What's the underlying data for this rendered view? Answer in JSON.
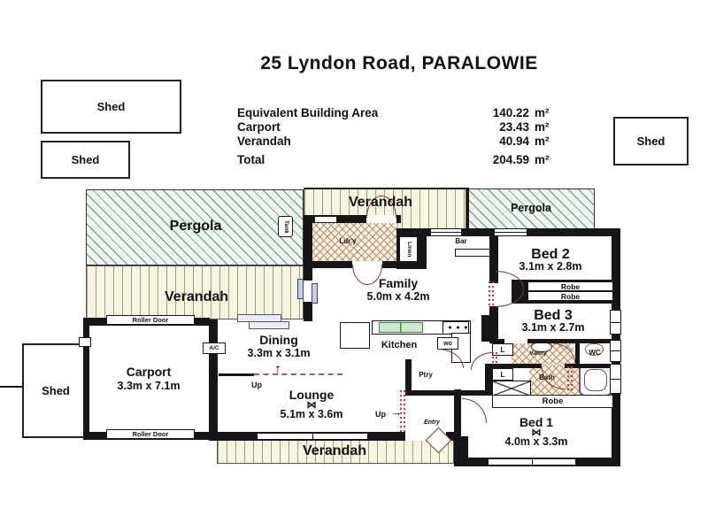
{
  "title": "25 Lyndon Road, PARALOWIE",
  "area_table": {
    "rows": [
      {
        "label": "Equivalent Building Area",
        "value": "140.22",
        "unit": "m²"
      },
      {
        "label": "Carport",
        "value": "23.43",
        "unit": "m²"
      },
      {
        "label": "Verandah",
        "value": "40.94",
        "unit": "m²"
      }
    ],
    "total_label": "Total",
    "total_value": "204.59",
    "total_unit": "m²"
  },
  "sheds": {
    "top_left": "Shed",
    "mid_left": "Shed",
    "right": "Shed",
    "bottom_left": "Shed"
  },
  "outdoor": {
    "pergola_left": "Pergola",
    "pergola_right": "Pergola",
    "verandah_top": "Verandah",
    "verandah_left": "Verandah",
    "verandah_bottom": "Verandah",
    "tank": "Tank"
  },
  "rooms": {
    "family": {
      "name": "Family",
      "dims": "5.0m x 4.2m"
    },
    "dining": {
      "name": "Dining",
      "dims": "3.3m x 3.1m"
    },
    "lounge": {
      "name": "Lounge",
      "dims": "5.1m x 3.6m"
    },
    "kitchen": {
      "name": "Kitchen"
    },
    "carport": {
      "name": "Carport",
      "dims": "3.3m x 7.1m"
    },
    "bed1": {
      "name": "Bed 1",
      "dims": "4.0m x 3.3m"
    },
    "bed2": {
      "name": "Bed 2",
      "dims": "3.1m x 2.8m"
    },
    "bed3": {
      "name": "Bed 3",
      "dims": "3.1m x 2.7m"
    }
  },
  "labels": {
    "laundry": "Ldr'y",
    "linen": "Linen",
    "bar": "Bar",
    "pantry": "Ptry",
    "entry": "Entry",
    "wc": "WC",
    "bath": "Bath",
    "vanity": "Vanity",
    "robe": "Robe",
    "linen_short": "L",
    "wall_oven": "wo",
    "ac": "A/C",
    "roller_door": "Roller Door",
    "up": "Up"
  },
  "symbols": {
    "fan": "⋈",
    "up_arrow": "↑",
    "right_arrow": "→"
  },
  "colors": {
    "wall": "#161616",
    "text": "#111111",
    "pergola-bg": "#eef4ee",
    "pergola-line": "#5f8f7f",
    "verandah-bg": "#f7f4e1",
    "verandah-line": "#9aa36b",
    "hatch-bg": "#fdf7ef",
    "hatch-line": "#c08952",
    "door": "#7a3a2c",
    "reddot": "#cc3333",
    "window-blue": "#c7cde8",
    "sink": "#2f8f2f",
    "tub": "#6d4d6d",
    "toilet": "#a0522d"
  }
}
